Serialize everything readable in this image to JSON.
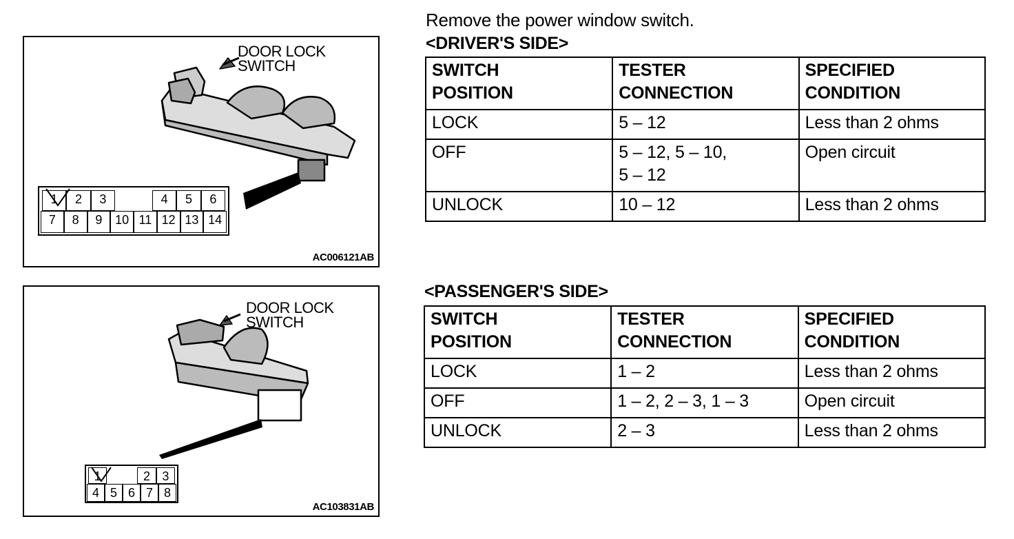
{
  "instruction": "Remove the power window switch.",
  "figures": [
    {
      "callout_line1": "DOOR LOCK",
      "callout_line2": "SWITCH",
      "figure_id": "AC006121AB",
      "connector_top": [
        "1",
        "2",
        "3",
        "",
        "4",
        "5",
        "6"
      ],
      "connector_bottom": [
        "7",
        "8",
        "9",
        "10",
        "11",
        "12",
        "13",
        "14"
      ]
    },
    {
      "callout_line1": "DOOR LOCK",
      "callout_line2": "SWITCH",
      "figure_id": "AC103831AB",
      "connector_top": [
        "1",
        "",
        "2",
        "3"
      ],
      "connector_bottom": [
        "4",
        "5",
        "6",
        "7",
        "8"
      ]
    }
  ],
  "sections": [
    {
      "heading": "<DRIVER'S SIDE>",
      "headers": [
        {
          "line1": "SWITCH",
          "line2": "POSITION"
        },
        {
          "line1": "TESTER",
          "line2": "CONNECTION"
        },
        {
          "line1": "SPECIFIED",
          "line2": "CONDITION"
        }
      ],
      "rows": [
        {
          "position": "LOCK",
          "connection_line1": "5 – 12",
          "connection_line2": "",
          "condition": "Less than 2 ohms"
        },
        {
          "position": "OFF",
          "connection_line1": "5 – 12, 5 – 10,",
          "connection_line2": "5 – 12",
          "condition": "Open circuit"
        },
        {
          "position": "UNLOCK",
          "connection_line1": "10 – 12",
          "connection_line2": "",
          "condition": "Less than 2 ohms"
        }
      ]
    },
    {
      "heading": "<PASSENGER'S SIDE>",
      "headers": [
        {
          "line1": "SWITCH",
          "line2": "POSITION"
        },
        {
          "line1": "TESTER",
          "line2": "CONNECTION"
        },
        {
          "line1": "SPECIFIED",
          "line2": "CONDITION"
        }
      ],
      "rows": [
        {
          "position": "LOCK",
          "connection": "1 – 2",
          "condition": "Less than 2 ohms"
        },
        {
          "position": "OFF",
          "connection": "1 – 2, 2 – 3, 1 – 3",
          "condition": "Open circuit"
        },
        {
          "position": "UNLOCK",
          "connection": "2 – 3",
          "condition": "Less than 2 ohms"
        }
      ]
    }
  ]
}
